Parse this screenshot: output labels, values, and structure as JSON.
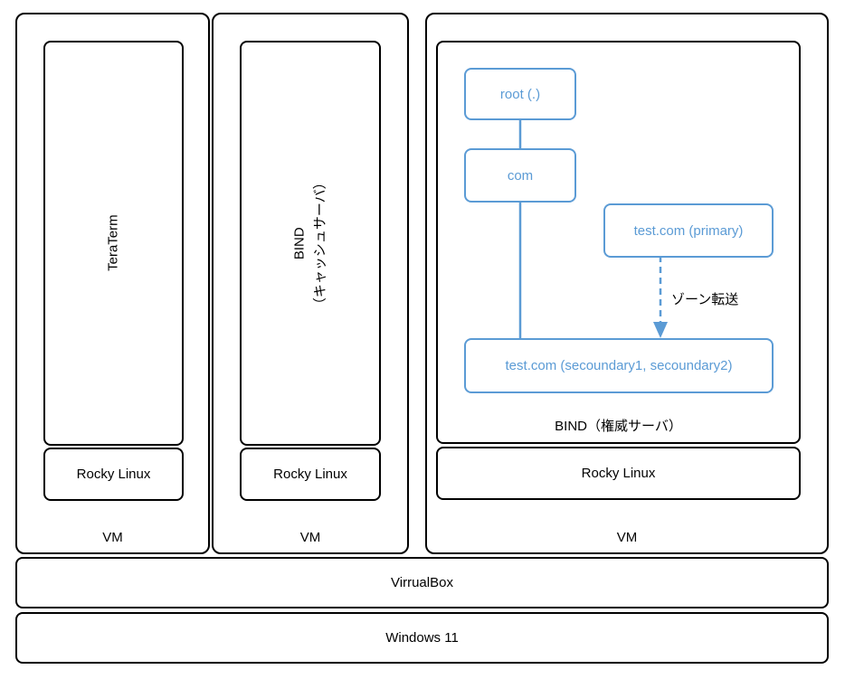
{
  "palette": {
    "accent_blue": "#5B9BD5",
    "line_black": "#000000",
    "background": "#FFFFFF"
  },
  "vm1": {
    "app": "TeraTerm",
    "os": "Rocky Linux",
    "label": "VM"
  },
  "vm2": {
    "app_line1": "BIND",
    "app_line2": "（キャッシュサーバ）",
    "os": "Rocky Linux",
    "label": "VM"
  },
  "vm3": {
    "node_root": "root (.)",
    "node_com": "com",
    "node_primary": "test.com (primary)",
    "node_secondary": "test.com (secoundary1, secoundary2)",
    "zone_transfer_label": "ゾーン転送",
    "caption": "BIND（権威サーバ）",
    "os": "Rocky Linux",
    "label": "VM"
  },
  "layers": {
    "virtualization": "VirrualBox",
    "host": "Windows 11"
  }
}
